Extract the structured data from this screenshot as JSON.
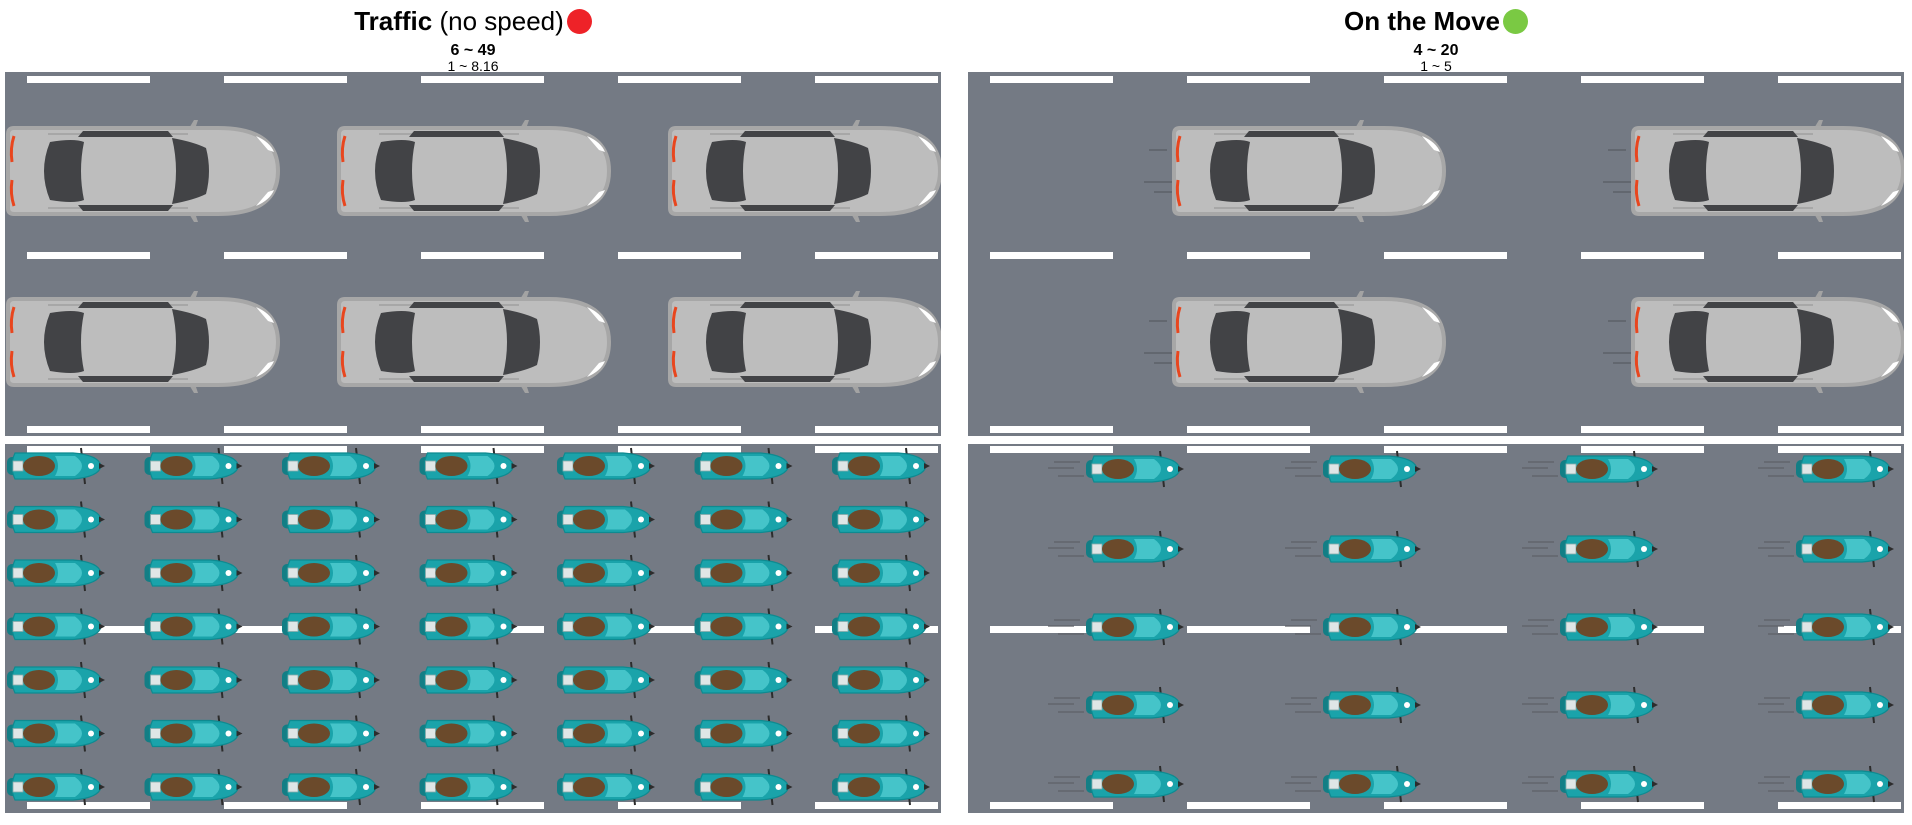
{
  "panels": [
    {
      "title_bold": "Traffic",
      "title_rest": " (no speed)",
      "status_color": "#ee2228",
      "ratio": "6 ~ 49",
      "sub_ratio": "1 ~ 8.16",
      "cars_per_row": 3,
      "motorbike_columns": 7,
      "motorbike_rows": 7,
      "moving": false
    },
    {
      "title_bold": "On the Move",
      "title_rest": "",
      "status_color": "#7ac943",
      "ratio": "4 ~ 20",
      "sub_ratio": "1 ~ 5",
      "cars_per_row": 2,
      "motorbike_columns": 4,
      "motorbike_rows": 5,
      "moving": true
    }
  ],
  "colors": {
    "road": "#747a84",
    "lane_marking": "#ffffff",
    "car_body": "#bdbdbd",
    "car_window": "#424346",
    "tail_light": "#e8461e",
    "scooter": "#1aa3aa",
    "seat": "#6b4a2b"
  }
}
